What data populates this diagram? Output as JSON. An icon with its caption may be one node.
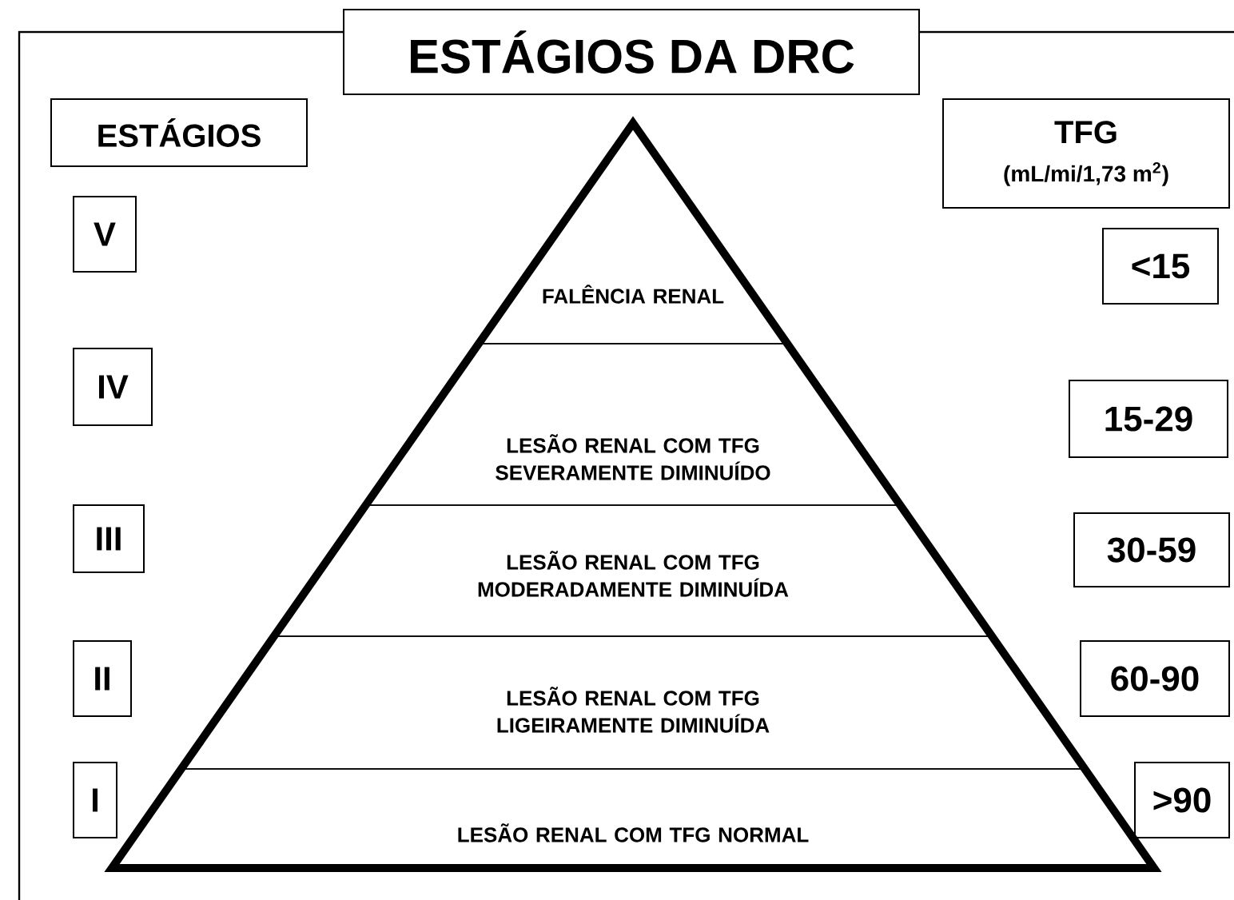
{
  "diagram": {
    "title": "ESTÁGIOS DA DRC",
    "nodes": [
      {
        "text": [
          "ESTÁGIOS"
        ]
      },
      {
        "text": [
          "TFG",
          "(mL/mi/1,73 m$^{2}$)"
        ]
      },
      {
        "text": [
          "V"
        ]
      },
      {
        "text": [
          "IV"
        ]
      },
      {
        "text": [
          "III"
        ]
      },
      {
        "text": [
          "II"
        ]
      },
      {
        "text": [
          "I"
        ]
      },
      {
        "text": [
          "FALÊNCIA RENAL"
        ]
      },
      {
        "text": [
          "LESÃO RENAL COM TFG SEVERAMENTE DIMINUÍDO"
        ]
      },
      {
        "text": [
          "LESÃO RENAL COM TFG MODERADAMENTE DIMINUÍDA"
        ]
      },
      {
        "text": [
          "LESÃO RENAL COM TFG LIGEIRAMENTE DIMINUÍDA"
        ]
      },
      {
        "text": [
          "LESÃO RENAL COM TFG NORMAL"
        ]
      },
      {
        "text": [
          "<15"
        ]
      },
      {
        "text": [
          "15-29"
        ]
      },
      {
        "text": [
          "30-59"
        ]
      },
      {
        "text": [
          "60-90"
        ]
      },
      {
        "text": [
          ">90"
        ]
      }
    ]
  }
}
